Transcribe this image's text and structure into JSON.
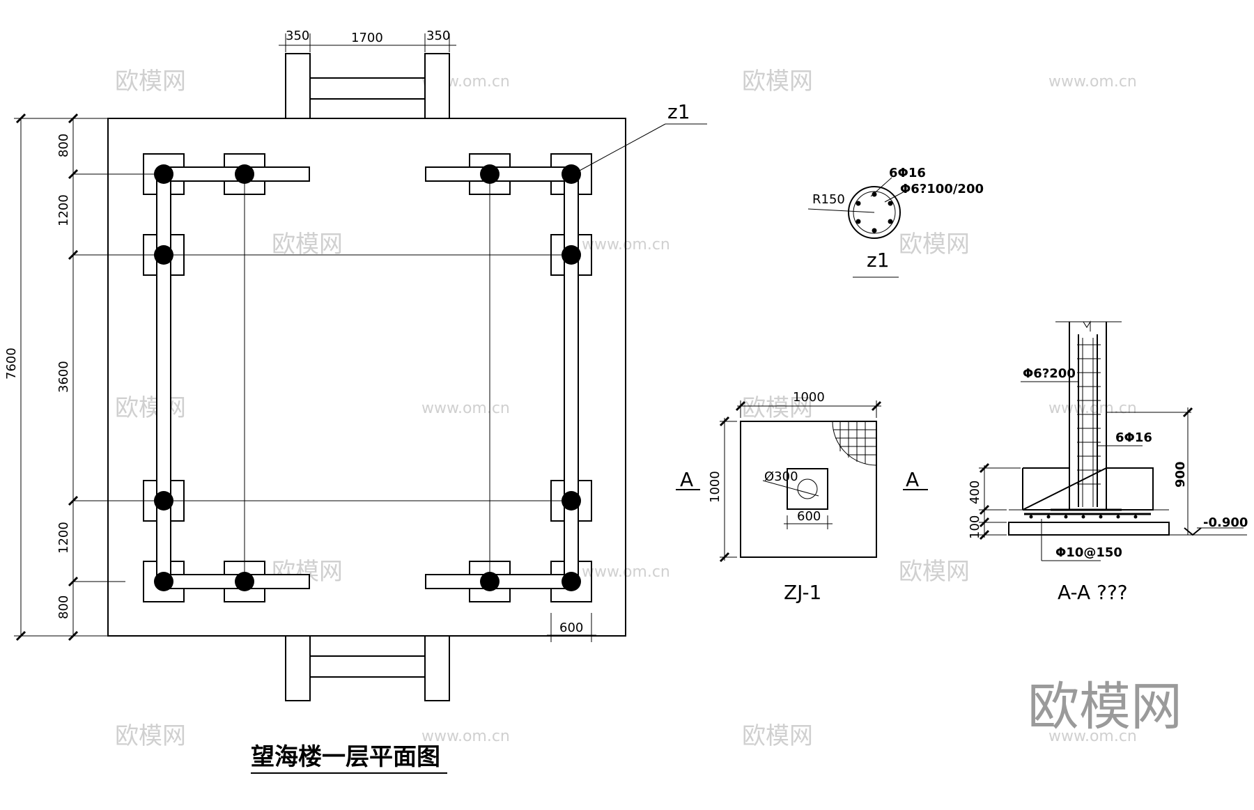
{
  "plan": {
    "title": "望海楼一层平面图",
    "dims_top": [
      "350",
      "1700",
      "350"
    ],
    "dims_left_overall": "7600",
    "dims_left_parts": [
      "800",
      "1200",
      "3600",
      "1200",
      "800"
    ],
    "dim_bottom_right": "600",
    "column_tag": "z1"
  },
  "column_detail": {
    "title": "z1",
    "radius": "R150",
    "main_bars": "6Φ16",
    "stirrups": "Φ6?100/200"
  },
  "footing": {
    "title": "ZJ-1",
    "width": "1000",
    "height": "1000",
    "hole": "Ø300",
    "pedestal": "600",
    "section_mark": "A"
  },
  "section": {
    "title": "A-A ???",
    "stirrups": "Φ6?200",
    "bars": "6Φ16",
    "depth": "900",
    "level": "-0.900",
    "pad_h": "400",
    "base_h": "100",
    "bottom_bars": "Φ10@150"
  },
  "watermarks": {
    "site": "欧模网",
    "url": "www.om.cn",
    "big": "欧模网"
  }
}
